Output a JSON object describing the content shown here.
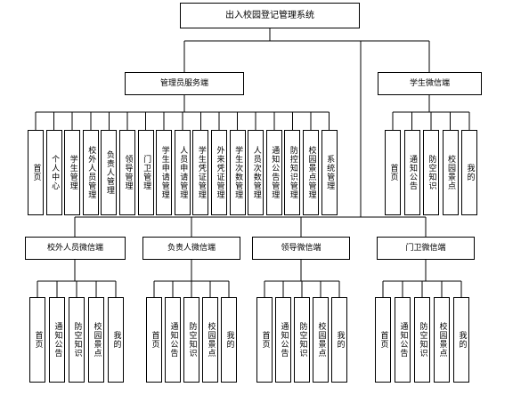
{
  "root": {
    "label": "出入校园登记管理系统"
  },
  "admin": {
    "label": "管理员服务端",
    "items": [
      "首页",
      "个人中心",
      "学生管理",
      "校外人员管理",
      "负责人管理",
      "领导管理",
      "门卫管理",
      "学生申请管理",
      "人员申请管理",
      "学生凭证管理",
      "外来凭证管理",
      "学生次数管理",
      "人员次数管理",
      "通知公告管理",
      "防控知识管理",
      "校园景点管理",
      "系统管理"
    ]
  },
  "student": {
    "label": "学生微信端",
    "items": [
      "首页",
      "通知公告",
      "防空知识",
      "校园景点",
      "我的"
    ]
  },
  "outsider": {
    "label": "校外人员微信端",
    "items": [
      "首页",
      "通知公告",
      "防空知识",
      "校园景点",
      "我的"
    ]
  },
  "principal": {
    "label": "负责人微信端",
    "items": [
      "首页",
      "通知公告",
      "防空知识",
      "校园景点",
      "我的"
    ]
  },
  "leader": {
    "label": "领导微信端",
    "items": [
      "首页",
      "通知公告",
      "防空知识",
      "校园景点",
      "我的"
    ]
  },
  "guard": {
    "label": "门卫微信端",
    "items": [
      "首页",
      "通知公告",
      "防空知识",
      "校园景点",
      "我的"
    ]
  }
}
